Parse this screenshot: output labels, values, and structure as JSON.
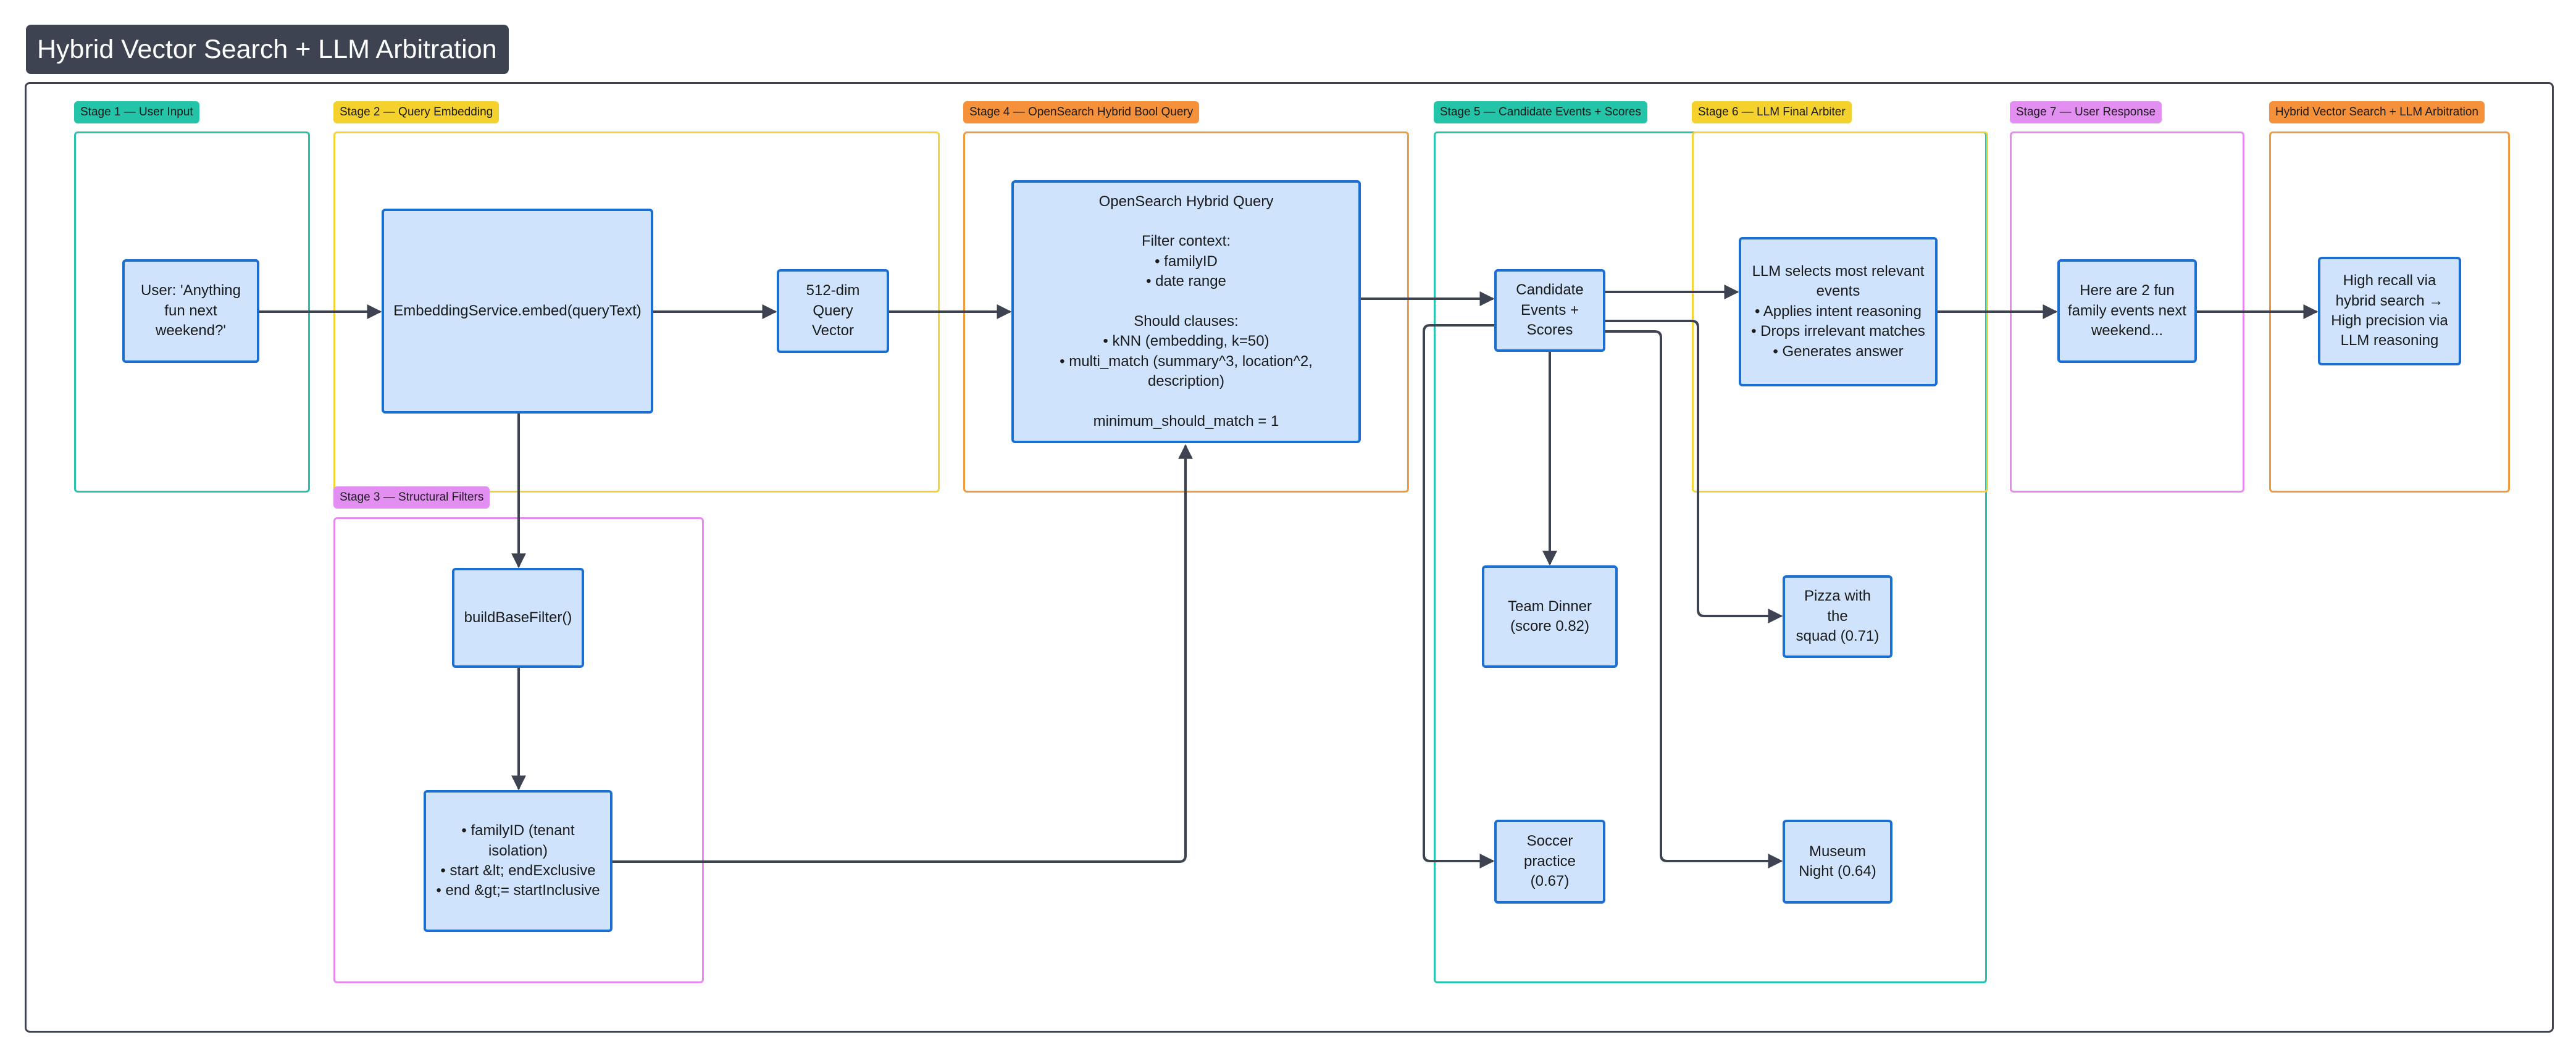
{
  "title": "Hybrid Vector Search + LLM Arbitration",
  "stages": {
    "s1": "Stage 1 — User Input",
    "s2": "Stage 2 — Query Embedding",
    "s3": "Stage 3 — Structural Filters",
    "s4": "Stage 4 — OpenSearch Hybrid Bool Query",
    "s5": "Stage 5 — Candidate Events + Scores",
    "s6": "Stage 6 — LLM Final Arbiter",
    "s7": "Stage 7 — User Response",
    "s8": "Hybrid Vector Search + LLM Arbitration"
  },
  "nodes": {
    "user_input": "User: 'Anything\nfun next\nweekend?'",
    "embed": "EmbeddingService.embed(queryText)",
    "vector": "512-dim Query\nVector",
    "base_filter": "buildBaseFilter()",
    "filters": "• familyID (tenant\nisolation)\n• start &lt; endExclusive\n• end &gt;= startInclusive",
    "hybrid_query": "OpenSearch Hybrid Query\n\nFilter context:\n• familyID\n• date range\n\nShould clauses:\n• kNN (embedding, k=50)\n• multi_match (summary^3, location^2,\ndescription)\n\nminimum_should_match = 1",
    "candidates": "Candidate\nEvents +\nScores",
    "team_dinner": "Team Dinner\n(score 0.82)",
    "pizza": "Pizza with the\nsquad (0.71)",
    "soccer": "Soccer\npractice\n(0.67)",
    "museum": "Museum\nNight (0.64)",
    "llm": "LLM selects most relevant\nevents\n• Applies intent reasoning\n• Drops irrelevant matches\n• Generates answer",
    "response": "Here are 2 fun\nfamily events next\nweekend...",
    "conclusion": "High recall via\nhybrid search →\nHigh precision via\nLLM reasoning"
  }
}
